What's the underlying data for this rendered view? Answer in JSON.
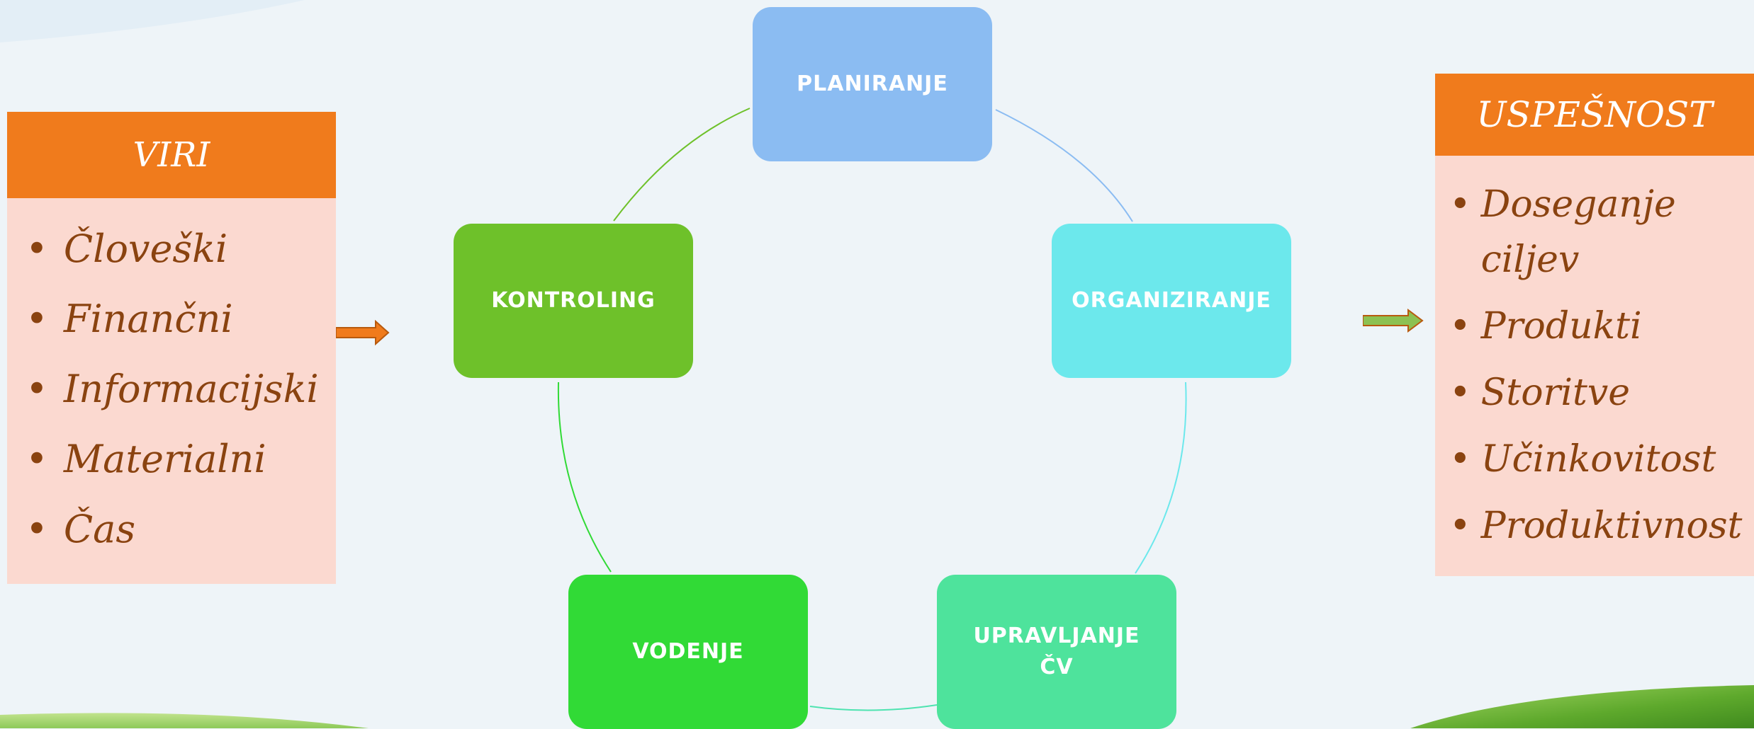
{
  "left_panel": {
    "title": "VIRI",
    "items": [
      "Človeški",
      "Finančni",
      "Informacijski",
      "Materialni",
      "Čas"
    ]
  },
  "right_panel": {
    "title": "USPEŠNOST",
    "items": [
      "Doseganje ciljev",
      "Produkti",
      "Storitve",
      "Učinkovitost",
      "Produktivnost"
    ]
  },
  "cycle": {
    "planiranje": "PLANIRANJE",
    "organiziranje": "ORGANIZIRANJE",
    "upravljanje_line1": "UPRAVLJANJE",
    "upravljanje_line2": "ČV",
    "vodenje": "VODENJE",
    "kontroling": "KONTROLING"
  },
  "bullet_char": "•",
  "colors": {
    "header_orange": "#f07b1c",
    "panel_body": "#fbd9d0",
    "text_brown": "#8a4310",
    "planiranje": "#8bbcf2",
    "organiziranje": "#6ce8ec",
    "upravljanje": "#4ee39c",
    "vodenje": "#31da36",
    "kontroling": "#6ec12a",
    "arrow_left": "#f07b1c",
    "arrow_right": "#8cc152"
  }
}
